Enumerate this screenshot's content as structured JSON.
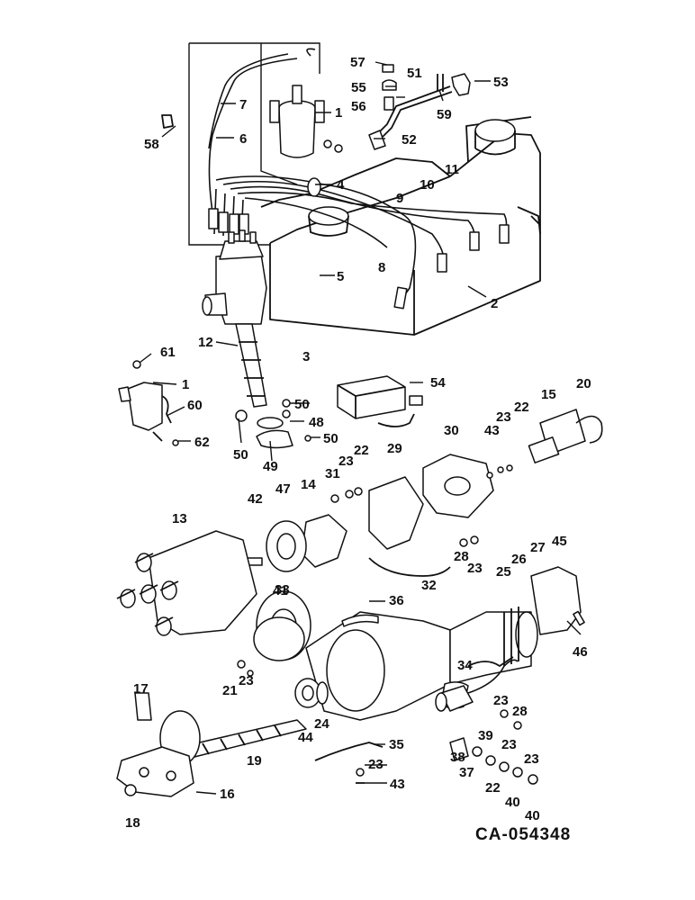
{
  "drawing_id": "CA-054348",
  "callouts": [
    {
      "text": "1"
    },
    {
      "text": "1"
    },
    {
      "text": "2"
    },
    {
      "text": "3"
    },
    {
      "text": "4"
    },
    {
      "text": "5"
    },
    {
      "text": "6"
    },
    {
      "text": "7"
    },
    {
      "text": "8"
    },
    {
      "text": "9"
    },
    {
      "text": "10"
    },
    {
      "text": "11"
    },
    {
      "text": "12"
    },
    {
      "text": "13"
    },
    {
      "text": "14"
    },
    {
      "text": "15"
    },
    {
      "text": "16"
    },
    {
      "text": "17"
    },
    {
      "text": "18"
    },
    {
      "text": "19"
    },
    {
      "text": "20"
    },
    {
      "text": "21"
    },
    {
      "text": "22"
    },
    {
      "text": "22"
    },
    {
      "text": "22"
    },
    {
      "text": "23"
    },
    {
      "text": "23"
    },
    {
      "text": "23"
    },
    {
      "text": "23"
    },
    {
      "text": "23"
    },
    {
      "text": "23"
    },
    {
      "text": "23"
    },
    {
      "text": "23"
    },
    {
      "text": "24"
    },
    {
      "text": "25"
    },
    {
      "text": "26"
    },
    {
      "text": "27"
    },
    {
      "text": "28"
    },
    {
      "text": "28"
    },
    {
      "text": "29"
    },
    {
      "text": "30"
    },
    {
      "text": "31"
    },
    {
      "text": "32"
    },
    {
      "text": "33"
    },
    {
      "text": "34"
    },
    {
      "text": "35"
    },
    {
      "text": "36"
    },
    {
      "text": "37"
    },
    {
      "text": "38"
    },
    {
      "text": "39"
    },
    {
      "text": "40"
    },
    {
      "text": "40"
    },
    {
      "text": "41"
    },
    {
      "text": "42"
    },
    {
      "text": "43"
    },
    {
      "text": "43"
    },
    {
      "text": "44"
    },
    {
      "text": "45"
    },
    {
      "text": "46"
    },
    {
      "text": "47"
    },
    {
      "text": "48"
    },
    {
      "text": "49"
    },
    {
      "text": "50"
    },
    {
      "text": "50"
    },
    {
      "text": "50"
    },
    {
      "text": "51"
    },
    {
      "text": "52"
    },
    {
      "text": "53"
    },
    {
      "text": "54"
    },
    {
      "text": "55"
    },
    {
      "text": "56"
    },
    {
      "text": "57"
    },
    {
      "text": "58"
    },
    {
      "text": "59"
    },
    {
      "text": "60"
    },
    {
      "text": "61"
    },
    {
      "text": "62"
    }
  ]
}
